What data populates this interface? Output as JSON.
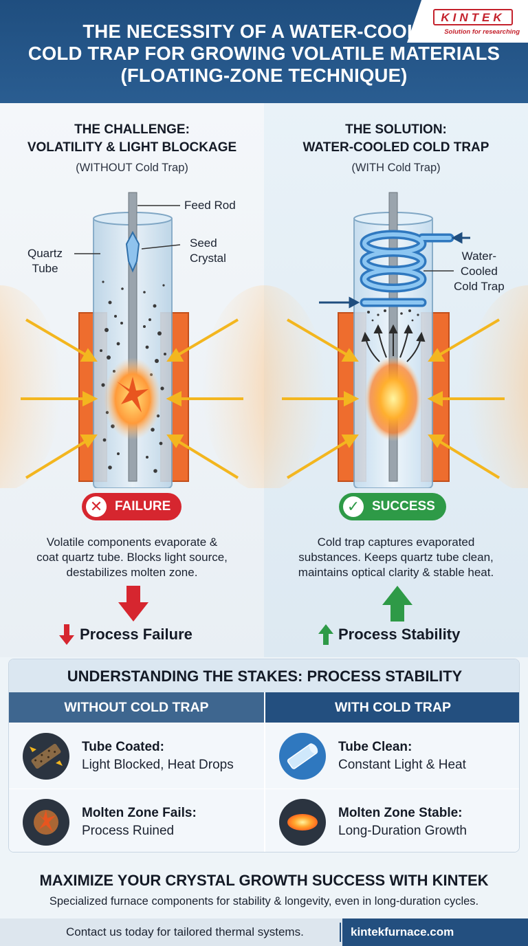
{
  "header": {
    "title_line1": "THE NECESSITY OF A WATER-COOLED",
    "title_line2": "COLD TRAP FOR GROWING VOLATILE MATERIALS",
    "title_line3": "(FLOATING-ZONE TECHNIQUE)",
    "logo_text": "KINTEK",
    "logo_tagline": "Solution for researching"
  },
  "left": {
    "heading_line1": "THE CHALLENGE:",
    "heading_line2": "VOLATILITY & LIGHT BLOCKAGE",
    "subheading": "(WITHOUT Cold Trap)",
    "labels": {
      "feed_rod": "Feed Rod",
      "seed_crystal_1": "Seed",
      "seed_crystal_2": "Crystal",
      "quartz_tube_1": "Quartz",
      "quartz_tube_2": "Tube"
    },
    "badge": "FAILURE",
    "description_line1": "Volatile components evaporate &",
    "description_line2": "coat quartz tube. Blocks light source,",
    "description_line3": "destabilizes molten zone.",
    "outcome": "Process Failure"
  },
  "right": {
    "heading_line1": "THE SOLUTION:",
    "heading_line2": "WATER-COOLED COLD TRAP",
    "subheading": "(WITH Cold Trap)",
    "labels": {
      "cold_trap_1": "Water-",
      "cold_trap_2": "Cooled",
      "cold_trap_3": "Cold Trap"
    },
    "badge": "SUCCESS",
    "description_line1": "Cold trap captures evaporated",
    "description_line2": "substances. Keeps quartz tube clean,",
    "description_line3": "maintains optical clarity & stable heat.",
    "outcome": "Process Stability"
  },
  "stakes": {
    "title": "UNDERSTANDING THE STAKES: PROCESS STABILITY",
    "col_without": "WITHOUT COLD TRAP",
    "col_with": "WITH COLD TRAP",
    "rows": [
      {
        "without_title": "Tube Coated:",
        "without_text": "Light Blocked, Heat Drops",
        "with_title": "Tube Clean:",
        "with_text": "Constant Light & Heat"
      },
      {
        "without_title": "Molten Zone Fails:",
        "without_text": "Process Ruined",
        "with_title": "Molten Zone Stable:",
        "with_text": "Long-Duration Growth"
      }
    ]
  },
  "cta": {
    "title": "MAXIMIZE YOUR CRYSTAL GROWTH SUCCESS WITH KINTEK",
    "text": "Specialized furnace components for stability & longevity, even in long-duration cycles."
  },
  "footer": {
    "contact": "Contact us today for tailored thermal systems.",
    "website": "kintekfurnace.com"
  },
  "icons": {
    "failure": "x-circle-icon",
    "success": "check-circle-icon",
    "outcome_failure": "arrow-down-icon",
    "outcome_success": "arrow-up-icon"
  },
  "colors": {
    "header_blue": "#1f4e7f",
    "failure_red": "#d6262f",
    "success_green": "#2e9a47",
    "heater_orange": "#ee6d2e",
    "coil_blue": "#3f92d6",
    "brand_red": "#c4212c"
  }
}
